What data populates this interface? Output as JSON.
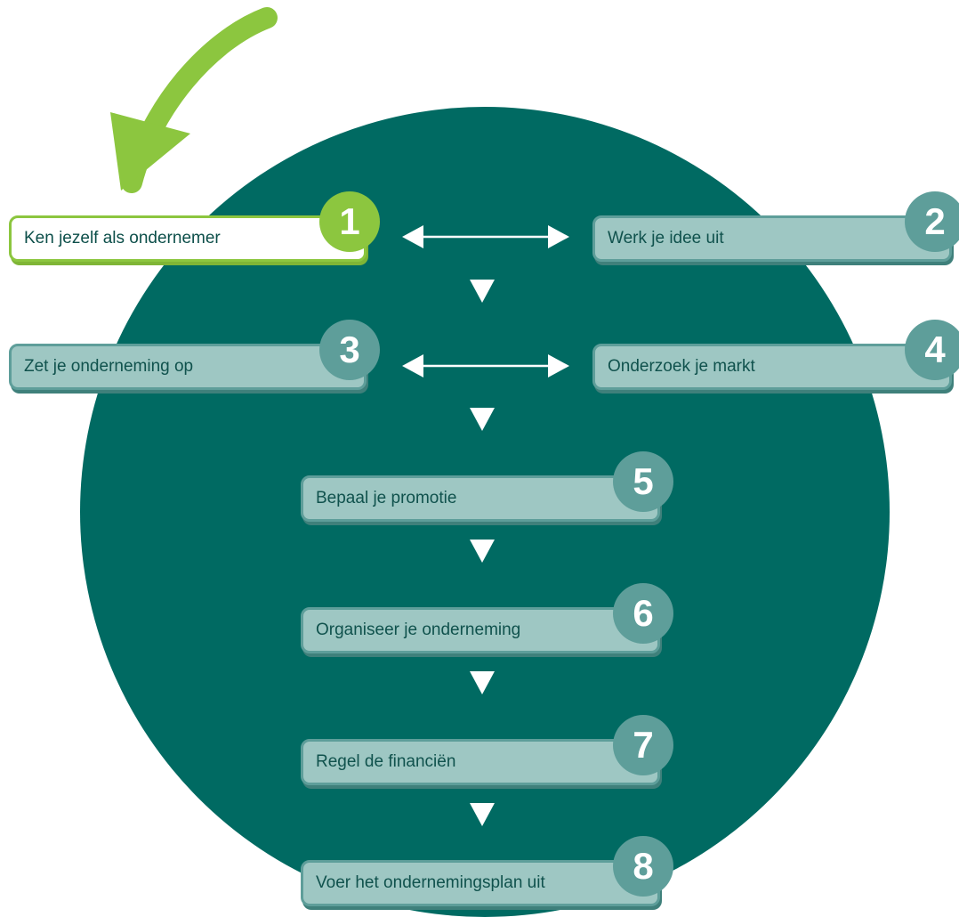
{
  "steps": [
    {
      "num": "1",
      "label": "Ken jezelf als ondernemer"
    },
    {
      "num": "2",
      "label": "Werk je idee uit"
    },
    {
      "num": "3",
      "label": "Zet je onderneming op"
    },
    {
      "num": "4",
      "label": "Onderzoek je markt"
    },
    {
      "num": "5",
      "label": "Bepaal je promotie"
    },
    {
      "num": "6",
      "label": "Organiseer je onderneming"
    },
    {
      "num": "7",
      "label": "Regel de financiën"
    },
    {
      "num": "8",
      "label": "Voer het ondernemingsplan uit"
    }
  ],
  "colors": {
    "circle": "#006a62",
    "box": "#9ec7c3",
    "badge": "#5e9e9a",
    "active": "#8cc63f"
  }
}
